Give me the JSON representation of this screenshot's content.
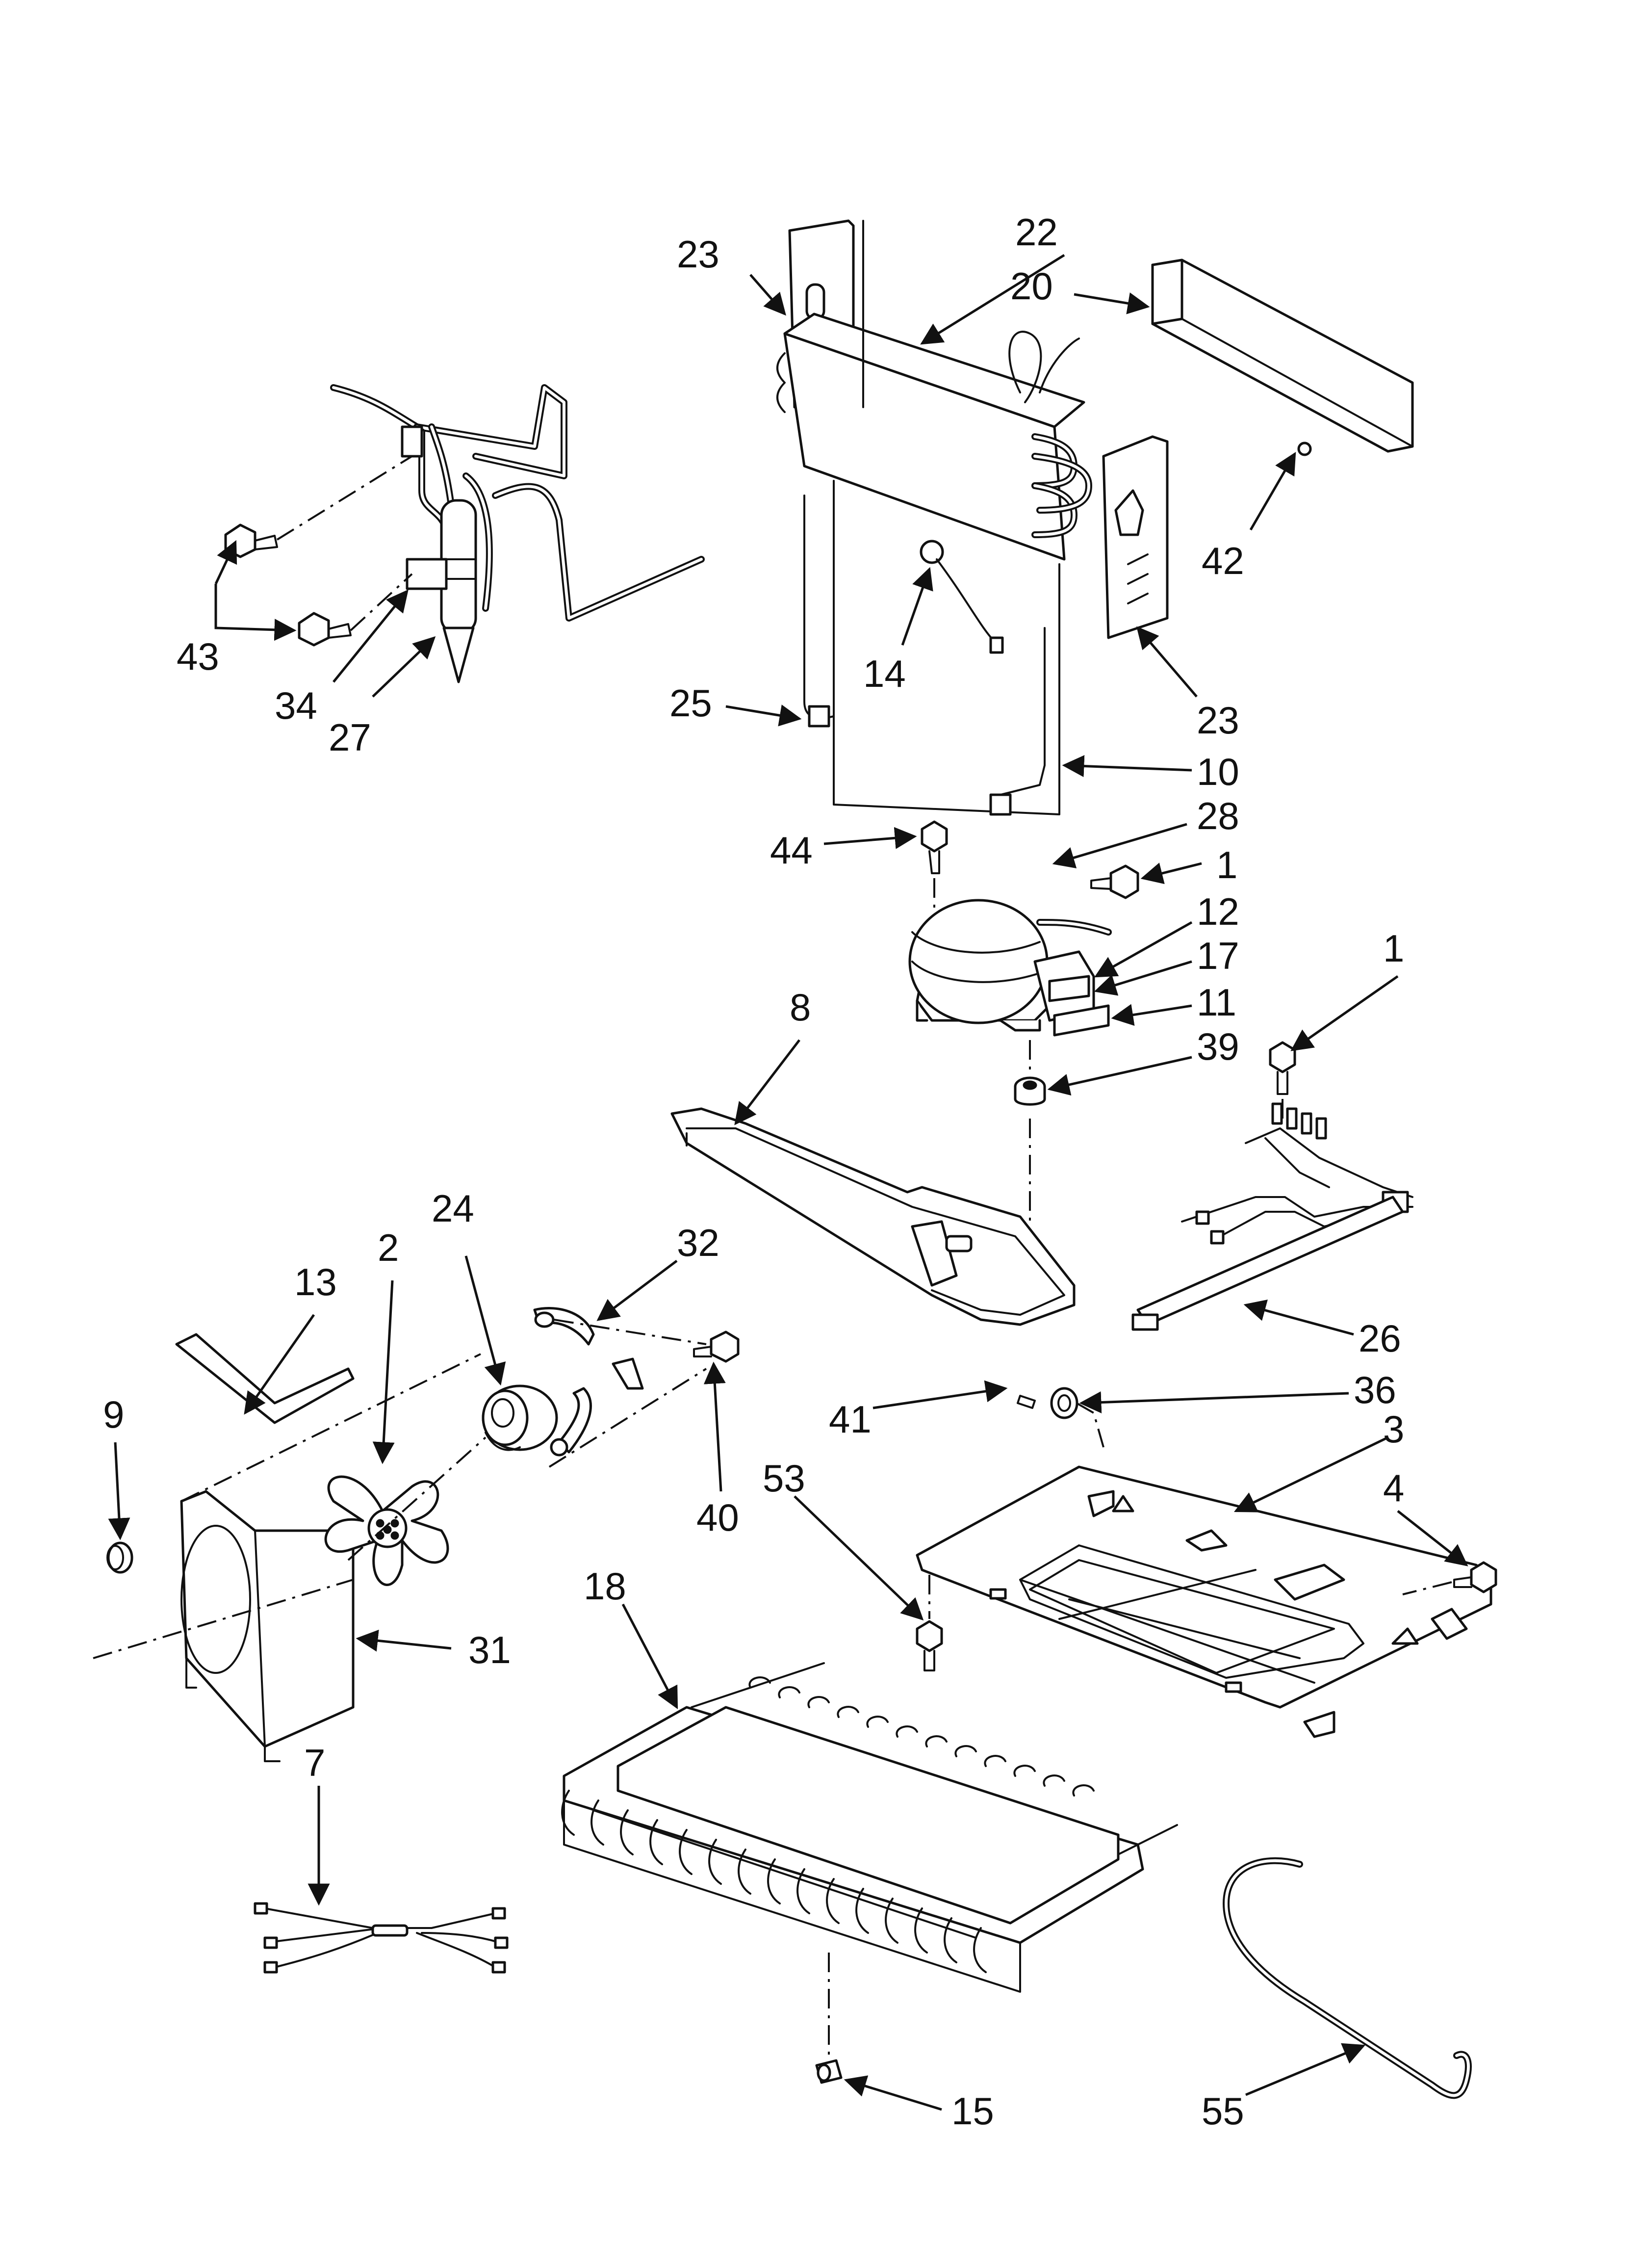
{
  "callouts": {
    "c23a": "23",
    "c22": "22",
    "c20": "20",
    "c42": "42",
    "c23b": "23",
    "c14": "14",
    "c25": "25",
    "c10": "10",
    "c28": "28",
    "c44": "44",
    "c1a": "1",
    "c12": "12",
    "c17": "17",
    "c11": "11",
    "c39": "39",
    "c1b": "1",
    "c8": "8",
    "c43": "43",
    "c34": "34",
    "c27": "27",
    "c24": "24",
    "c2": "2",
    "c32": "32",
    "c13": "13",
    "c9": "9",
    "c40": "40",
    "c26": "26",
    "c36": "36",
    "c41": "41",
    "c3": "3",
    "c53": "53",
    "c4": "4",
    "c18": "18",
    "c31": "31",
    "c7": "7",
    "c15": "15",
    "c55": "55"
  }
}
